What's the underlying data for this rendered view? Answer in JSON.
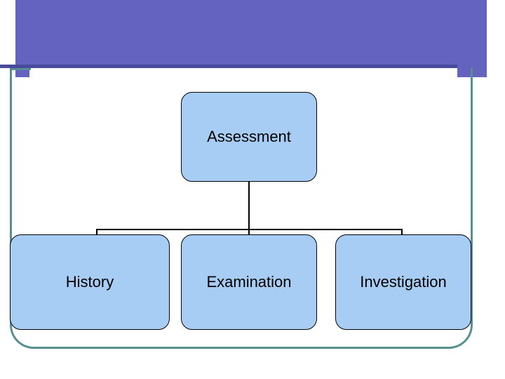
{
  "slide": {
    "background_color": "#ffffff",
    "banner_color": "#6563c0",
    "banner_rule_color": "#4a4a9c",
    "frame_color": "#569090",
    "node_fill_color": "#a8cdf5",
    "node_border_color": "#000000",
    "connector_color": "#000000"
  },
  "diagram": {
    "type": "hierarchy",
    "root": {
      "id": "assessment",
      "label": "Assessment"
    },
    "children": [
      {
        "id": "history",
        "label": "History"
      },
      {
        "id": "examination",
        "label": "Examination"
      },
      {
        "id": "investigation",
        "label": "Investigation"
      }
    ]
  }
}
